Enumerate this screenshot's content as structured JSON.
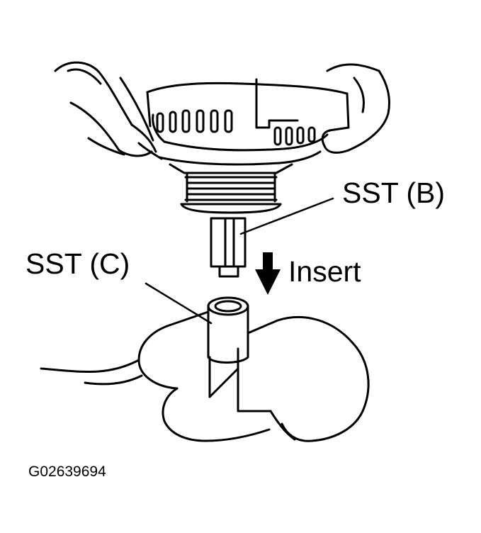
{
  "labels": {
    "sst_b": "SST (B)",
    "sst_c": "SST (C)",
    "insert": "Insert",
    "figure_code": "G02639694"
  },
  "colors": {
    "ink": "#000000",
    "paper": "#ffffff"
  },
  "icons": {
    "insert_direction": "arrow-down-icon"
  }
}
